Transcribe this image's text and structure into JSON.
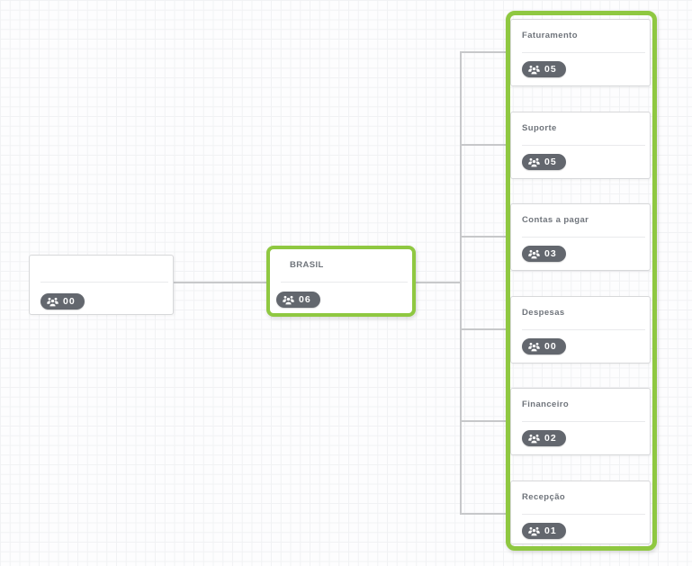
{
  "palette": {
    "accent_green": "#8fc841",
    "badge_background": "#63676e",
    "label_text": "#6f747b",
    "connector_gray": "#c7c8ca"
  },
  "icons": {
    "members": "users-group-icon"
  },
  "nodes": {
    "root": {
      "label": "",
      "member_count": "00"
    },
    "parent": {
      "label": "BRASIL",
      "member_count": "06"
    },
    "children": [
      {
        "label": "Faturamento",
        "member_count": "05"
      },
      {
        "label": "Suporte",
        "member_count": "05"
      },
      {
        "label": "Contas a pagar",
        "member_count": "03"
      },
      {
        "label": "Despesas",
        "member_count": "00"
      },
      {
        "label": "Financeiro",
        "member_count": "02"
      },
      {
        "label": "Recepção",
        "member_count": "01"
      }
    ]
  }
}
